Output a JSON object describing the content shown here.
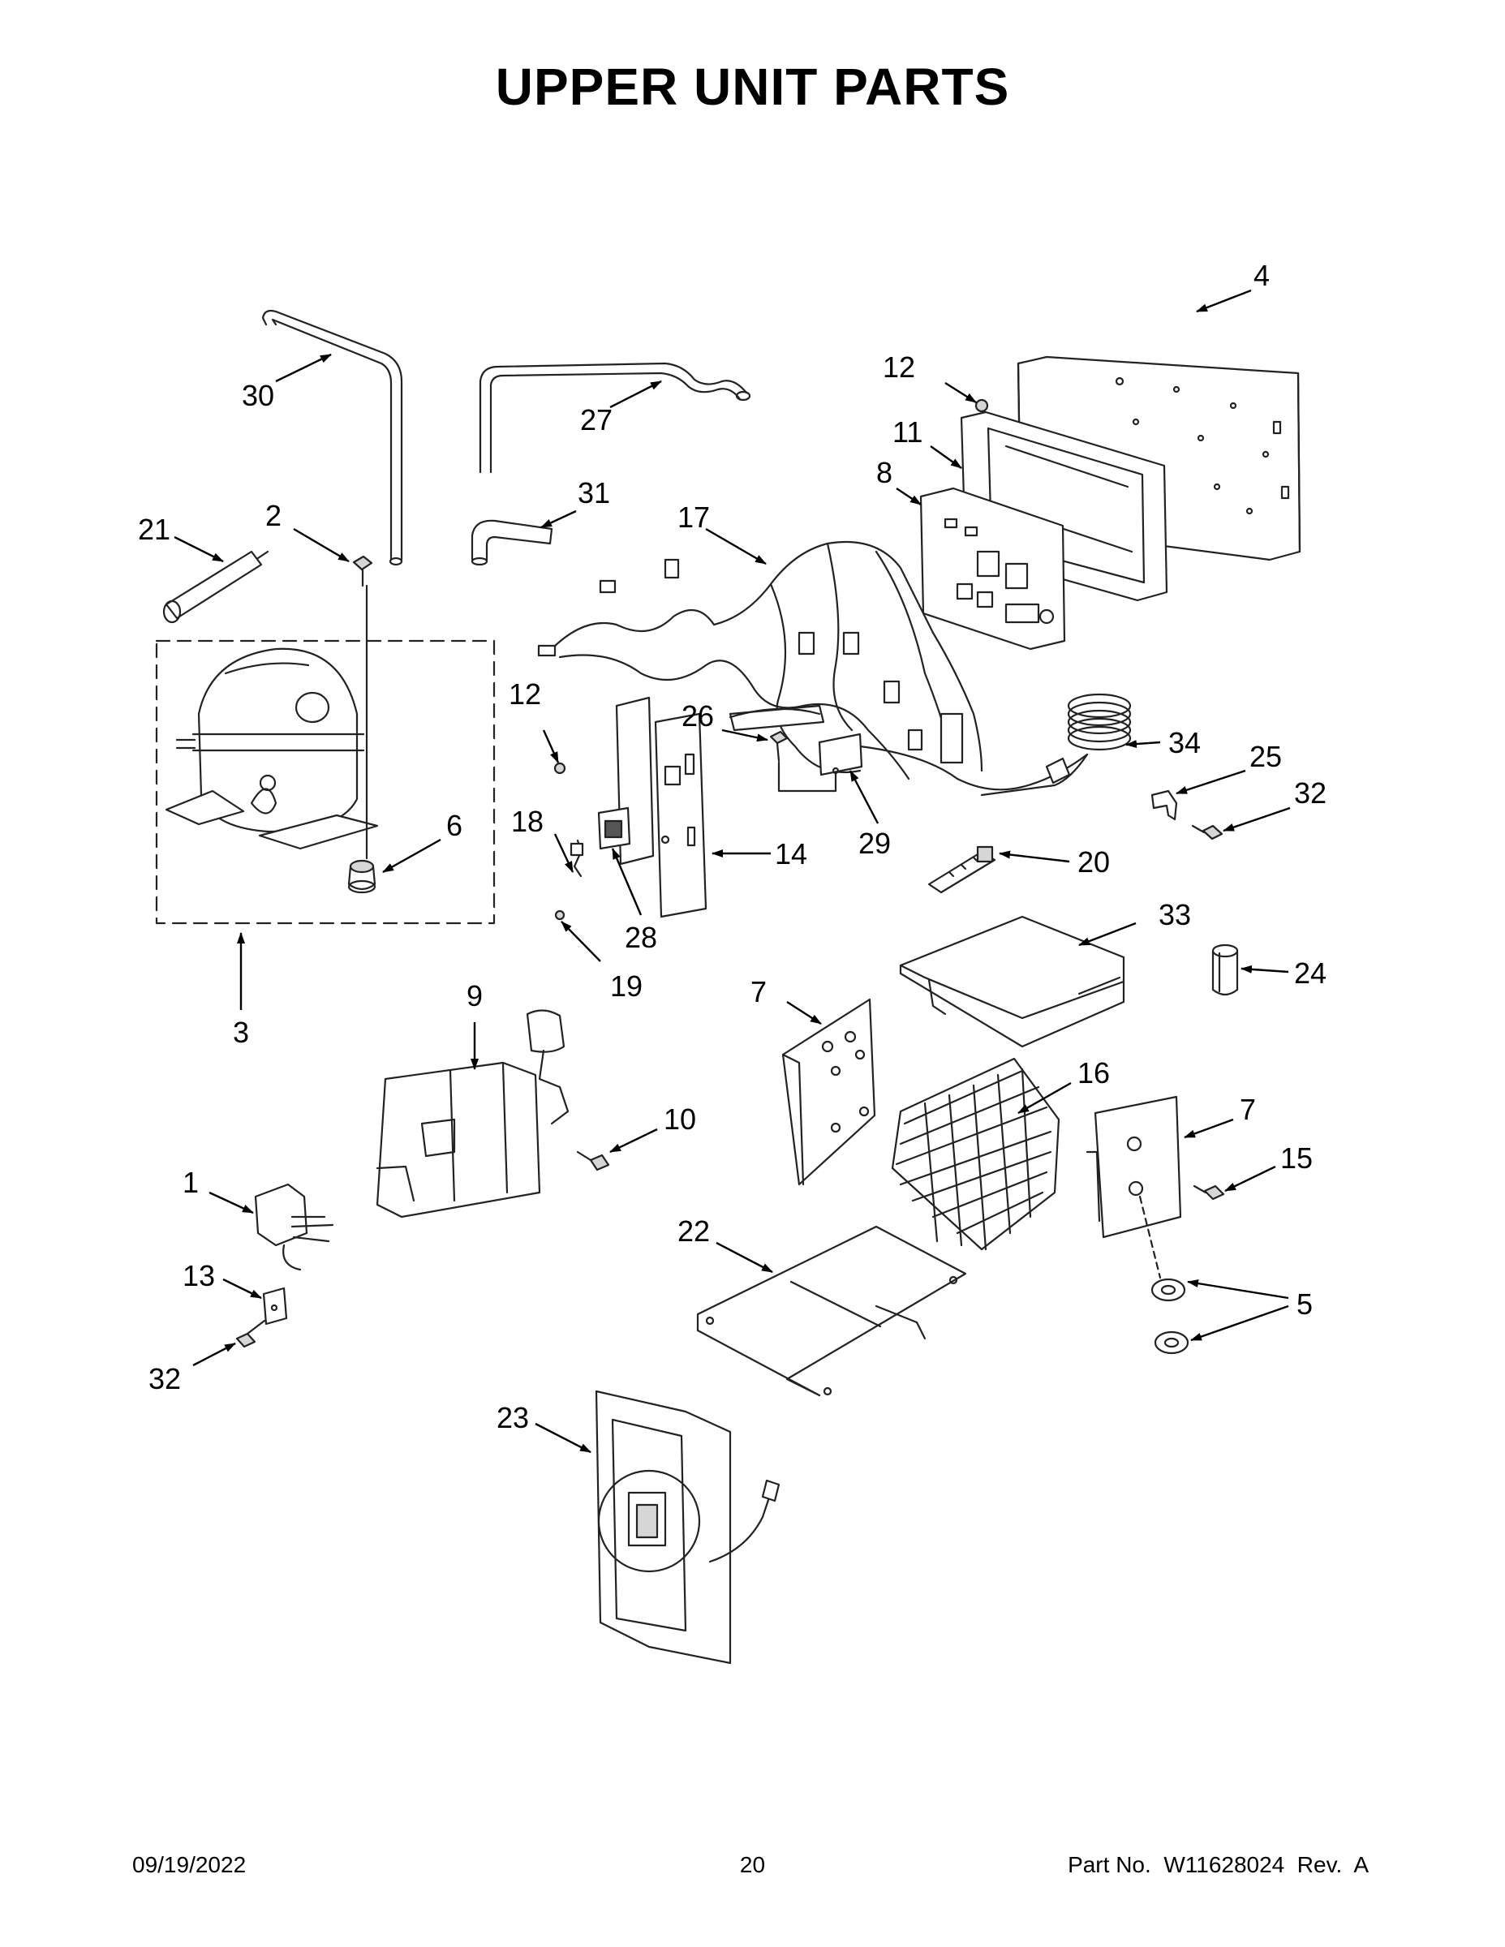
{
  "title": "UPPER UNIT PARTS",
  "footer": {
    "date": "09/19/2022",
    "page": "20",
    "part_no": "Part No.  W11628024  Rev.  A"
  },
  "callouts": {
    "c1": "1",
    "c2": "2",
    "c3": "3",
    "c4": "4",
    "c5": "5",
    "c6": "6",
    "c7a": "7",
    "c7b": "7",
    "c8": "8",
    "c9": "9",
    "c10": "10",
    "c11": "11",
    "c12a": "12",
    "c12b": "12",
    "c13": "13",
    "c14": "14",
    "c15": "15",
    "c16": "16",
    "c17": "17",
    "c18": "18",
    "c19": "19",
    "c20": "20",
    "c21": "21",
    "c22": "22",
    "c23": "23",
    "c24": "24",
    "c25": "25",
    "c26": "26",
    "c27": "27",
    "c28": "28",
    "c29": "29",
    "c30": "30",
    "c31": "31",
    "c32a": "32",
    "c32b": "32",
    "c33": "33",
    "c34": "34"
  }
}
